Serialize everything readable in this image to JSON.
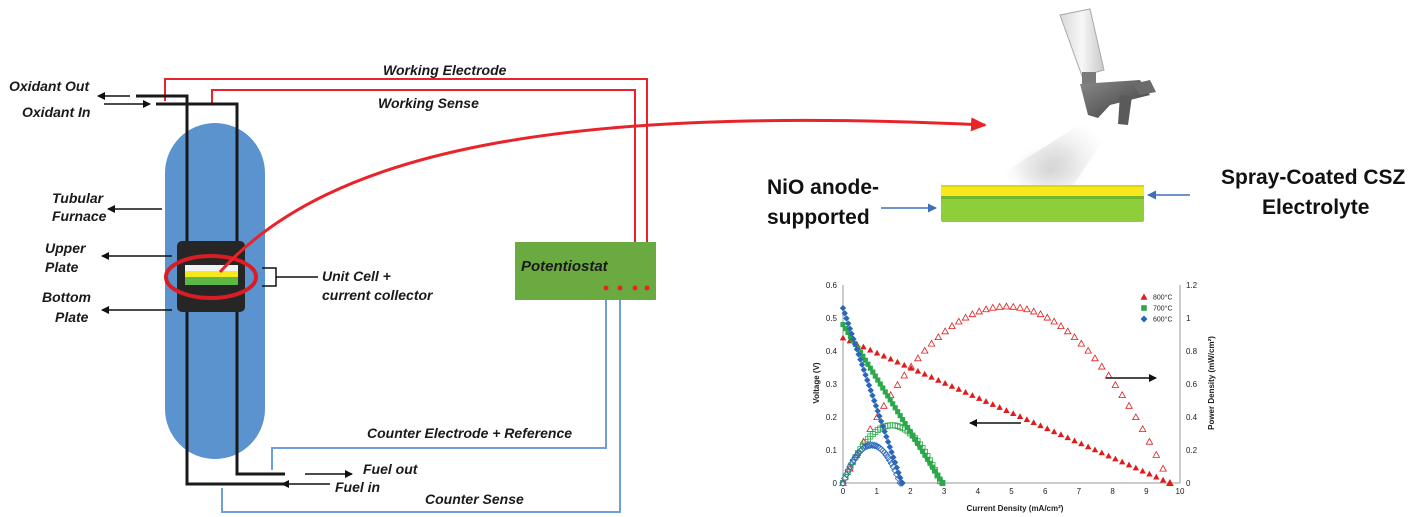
{
  "labels": {
    "oxidant_out": "Oxidant Out",
    "oxidant_in": "Oxidant In",
    "working_electrode": "Working Electrode",
    "working_sense": "Working Sense",
    "tubular_line1": "Tubular",
    "tubular_line2": "Furnace",
    "upper_line1": "Upper",
    "upper_line2": "Plate",
    "bottom_line1": "Bottom",
    "bottom_line2": "Plate",
    "unit_cell_line1": "Unit Cell +",
    "unit_cell_line2": "current collector",
    "potentiostat": "Potentiostat",
    "counter_ref": "Counter Electrode + Reference",
    "fuel_out": "Fuel out",
    "fuel_in": "Fuel in",
    "counter_sense": "Counter Sense",
    "nio_line1": "NiO anode-",
    "nio_line2": "supported",
    "spray_line1": "Spray-Coated CSZ",
    "spray_line2": "Electrolyte"
  },
  "colors": {
    "wire_red": "#e8242a",
    "wire_blue": "#6f9fd8",
    "furnace": "#5b93cf",
    "potentiostat": "#6aaa40",
    "electrolyte": "#f7e81c",
    "anode": "#8ccf3a",
    "series_800": "#e01b1b",
    "series_700": "#2aa84a",
    "series_600": "#2a67b8"
  },
  "chart_data": {
    "type": "scatter",
    "xlabel": "Current Density (mA/cm²)",
    "ylabel": "Voltage (V)",
    "y2label": "Power Density (mW/cm²)",
    "xlim": [
      0,
      10
    ],
    "ylim": [
      0,
      0.6
    ],
    "y2lim": [
      0,
      1.2
    ],
    "xticks": [
      "0",
      "1",
      "2",
      "3",
      "4",
      "5",
      "6",
      "7",
      "8",
      "9",
      "10"
    ],
    "yticks": [
      "0",
      "0.1",
      "0.2",
      "0.3",
      "0.4",
      "0.5",
      "0.6"
    ],
    "y2ticks": [
      "0",
      "0.2",
      "0.4",
      "0.6",
      "0.8",
      "1",
      "1.2"
    ],
    "legend_position": "top-right",
    "series": [
      {
        "name": "800°C",
        "marker": "triangle",
        "color": "#e01b1b",
        "voltage": {
          "x0": 0,
          "y0": 0.44,
          "x1": 9.7,
          "y1": 0
        },
        "power_peak_x": 4.85,
        "power_peak": 1.07
      },
      {
        "name": "700°C",
        "marker": "square",
        "color": "#2aa84a",
        "voltage": {
          "x0": 0,
          "y0": 0.48,
          "x1": 2.95,
          "y1": 0
        },
        "power_peak_x": 1.45,
        "power_peak": 0.35
      },
      {
        "name": "600°C",
        "marker": "diamond",
        "color": "#2a67b8",
        "voltage": {
          "x0": 0,
          "y0": 0.53,
          "x1": 1.75,
          "y1": 0
        },
        "power_peak_x": 0.85,
        "power_peak": 0.23
      }
    ]
  }
}
